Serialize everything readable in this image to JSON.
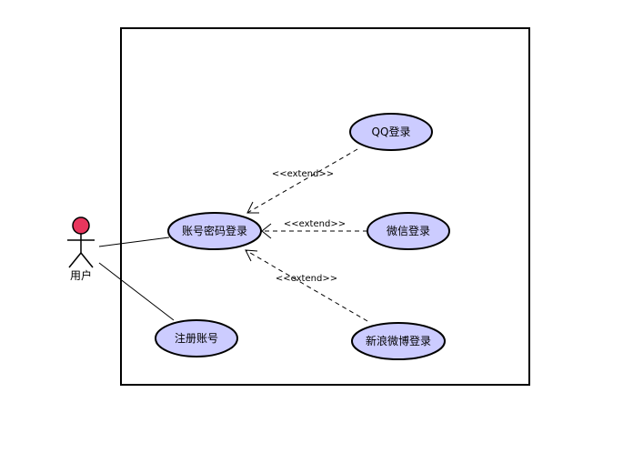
{
  "actor": {
    "label": "用户",
    "head_color": "#e8365d"
  },
  "use_cases": {
    "password_login": "账号密码登录",
    "qq_login": "QQ登录",
    "wechat_login": "微信登录",
    "weibo_login": "新浪微博登录",
    "register": "注册账号"
  },
  "relations": {
    "qq_extend": "<<extend>>",
    "wechat_extend": "<<extend>>",
    "weibo_extend": "<<extend>>"
  },
  "colors": {
    "use_case_fill": "#ccccff",
    "stroke": "#000000"
  }
}
